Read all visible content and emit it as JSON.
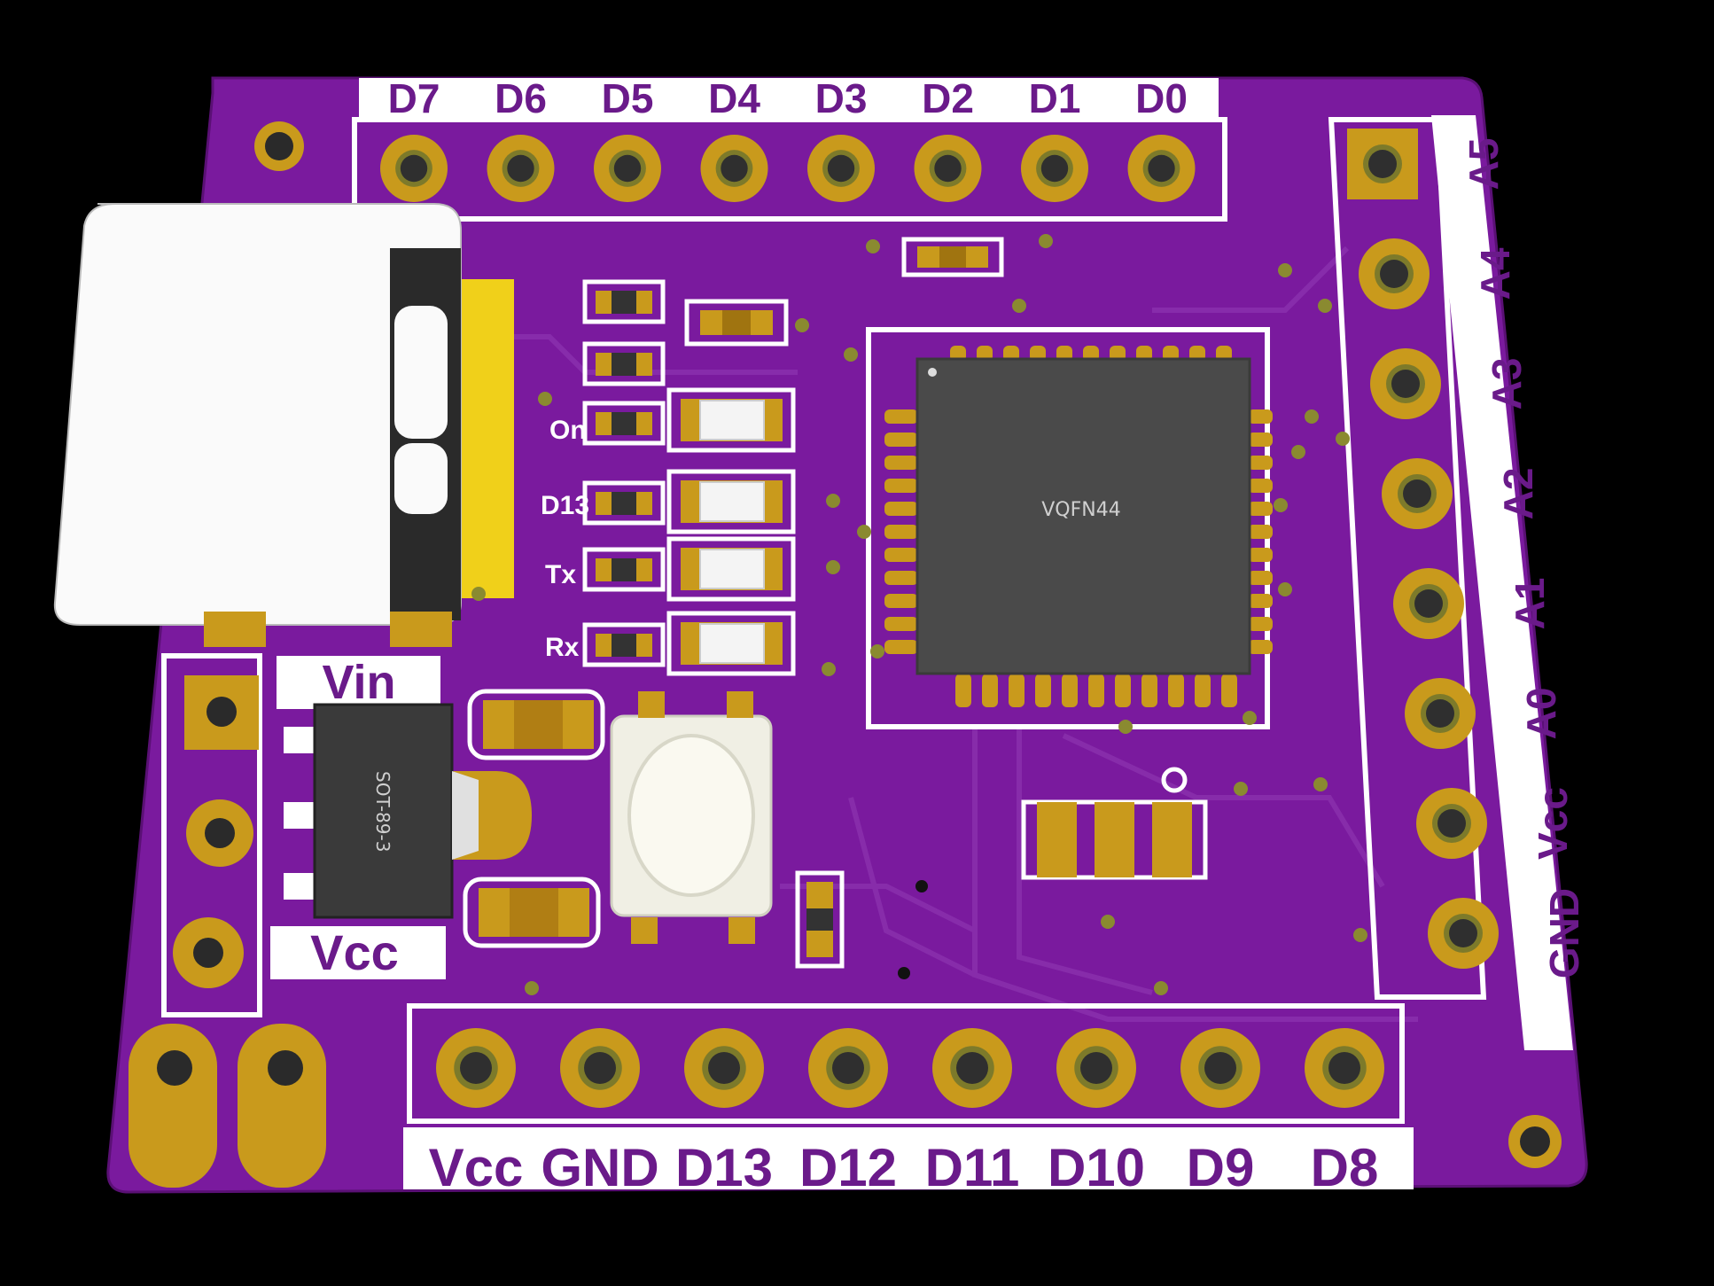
{
  "board": {
    "top_header_labels": [
      "D7",
      "D6",
      "D5",
      "D4",
      "D3",
      "D2",
      "D1",
      "D0"
    ],
    "right_header_labels": [
      "A5",
      "A4",
      "A3",
      "A2",
      "A1",
      "A0",
      "Vcc",
      "GND"
    ],
    "bottom_header_labels": [
      "Vcc",
      "GND",
      "D13",
      "D12",
      "D11",
      "D10",
      "D9",
      "D8"
    ],
    "power_labels": {
      "vin": "Vin",
      "vcc": "Vcc"
    },
    "led_labels": [
      "On",
      "D13",
      "Tx",
      "Rx"
    ],
    "mcu_label": "VQFN44",
    "regulator_label": "SOT-89-3"
  },
  "colors": {
    "background": "#000000",
    "pcb": "#7a1a9e",
    "silkscreen": "#ffffff",
    "pad": "#c99a1c",
    "chip": "#4a4a4a"
  }
}
